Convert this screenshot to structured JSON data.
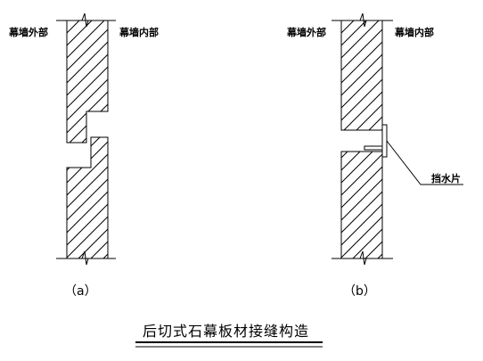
{
  "diagram": {
    "title": "后切式石幕板材接缝构造",
    "panel_a": {
      "outer_label": "幕墙外部",
      "inner_label": "幕墙内部",
      "caption": "（a）"
    },
    "panel_b": {
      "outer_label": "幕墙外部",
      "inner_label": "幕墙内部",
      "caption": "（b）",
      "callout_label": "挡水片"
    }
  }
}
